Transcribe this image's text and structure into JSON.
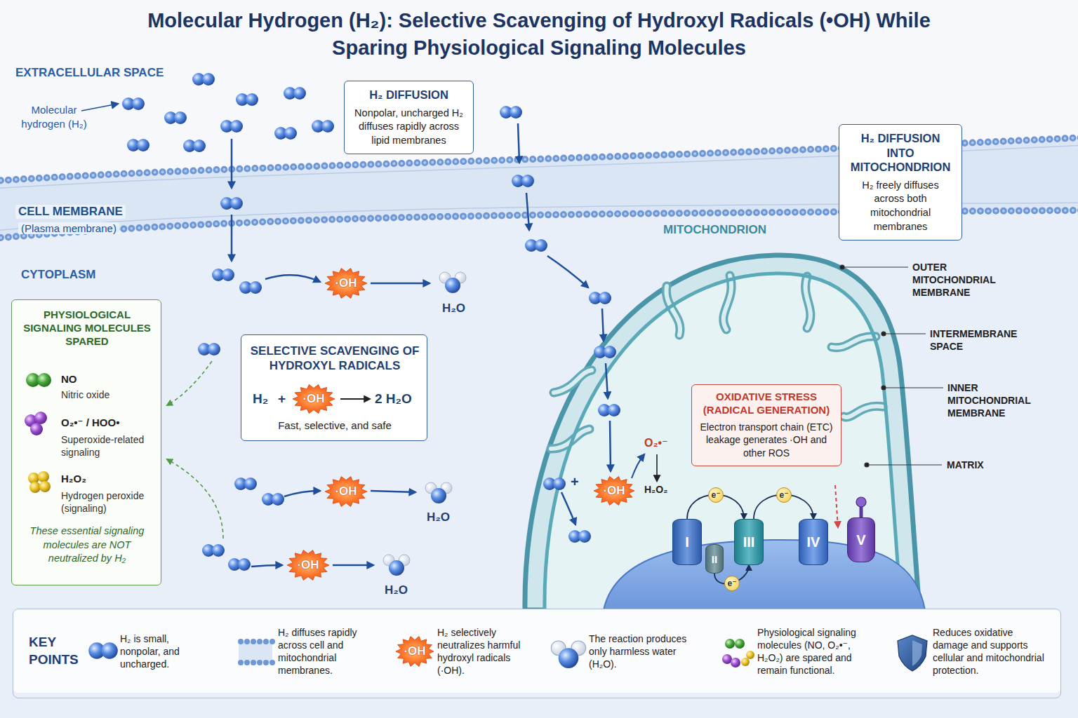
{
  "diagram": {
    "title": "Molecular Hydrogen (H₂): Selective Scavenging of Hydroxyl Radicals (•OH) While Sparing Physiological Signaling Molecules",
    "nodes": [
      {
        "text": [
          "H₂ DIFFUSION",
          "Nonpolar, uncharged H₂ diffuses rapidly across lipid membranes"
        ]
      },
      {
        "text": [
          "H₂ DIFFUSION INTO MITOCHONDRION",
          "H₂ freely diffuses across both mitochondrial membranes"
        ]
      },
      {
        "text": [
          "PHYSIOLOGICAL SIGNALING MOLECULES SPARED",
          "NO",
          "Nitric oxide",
          "O₂•⁻ / HOO•",
          "Superoxide-related signaling",
          "H₂O₂",
          "Hydrogen peroxide (signaling)",
          "These essential signaling molecules are NOT neutralized by H₂"
        ]
      },
      {
        "text": [
          "·OH"
        ]
      },
      {
        "text": [
          "SELECTIVE SCAVENGING OF HYDROXYL RADICALS",
          "H₂",
          "+",
          "2 H₂O",
          "Fast, selective, and safe"
        ]
      },
      {
        "text": [
          "·OH"
        ],
        "in": 4
      },
      {
        "text": [
          "·OH"
        ]
      },
      {
        "text": [
          "·OH"
        ]
      },
      {
        "text": [
          "OXIDATIVE STRESS (RADICAL GENERATION)",
          "Electron transport chain (ETC) leakage generates ·OH and other ROS"
        ]
      },
      {
        "text": [
          "·OH"
        ]
      },
      {
        "text": [
          "I"
        ]
      },
      {
        "text": [
          "II"
        ]
      },
      {
        "text": [
          "III"
        ]
      },
      {
        "text": [
          "IV"
        ]
      },
      {
        "text": [
          "V"
        ]
      },
      {
        "text": [
          "KEY POINTS",
          "H₂ is small, nonpolar, and uncharged.",
          "H₂ diffuses rapidly across cell and mitochondrial membranes.",
          "H₂ selectively neutralizes harmful hydroxyl radicals (·OH).",
          "The reaction produces only harmless water (H₂O).",
          "Physiological signaling molecules (NO, O₂•⁻, H₂O₂) are spared and remain functional.",
          "Reduces oxidative damage and supports cellular and mitochondrial protection."
        ]
      },
      {
        "text": [
          "·OH"
        ],
        "in": 15
      }
    ],
    "edges": [
      {
        "from": 10,
        "to": 12,
        "arrow": "to",
        "label": "e⁻"
      },
      {
        "from": 12,
        "to": 13,
        "arrow": "to",
        "label": "e⁻"
      },
      {
        "from": 11,
        "to": 12,
        "arrow": "to",
        "label": "e⁻"
      }
    ],
    "labels": [
      "EXTRACELLULAR SPACE",
      "Molecular hydrogen (H₂)",
      "CELL MEMBRANE",
      "(Plasma membrane)",
      "CYTOPLASM",
      "H₂O",
      "H₂O",
      "H₂O",
      "MITOCHONDRION",
      "OUTER MITOCHONDRIAL MEMBRANE",
      "INTERMEMBRANE SPACE",
      "INNER MITOCHONDRIAL MEMBRANE",
      "MATRIX",
      "+",
      "O₂•⁻",
      "H₂O₂"
    ]
  }
}
